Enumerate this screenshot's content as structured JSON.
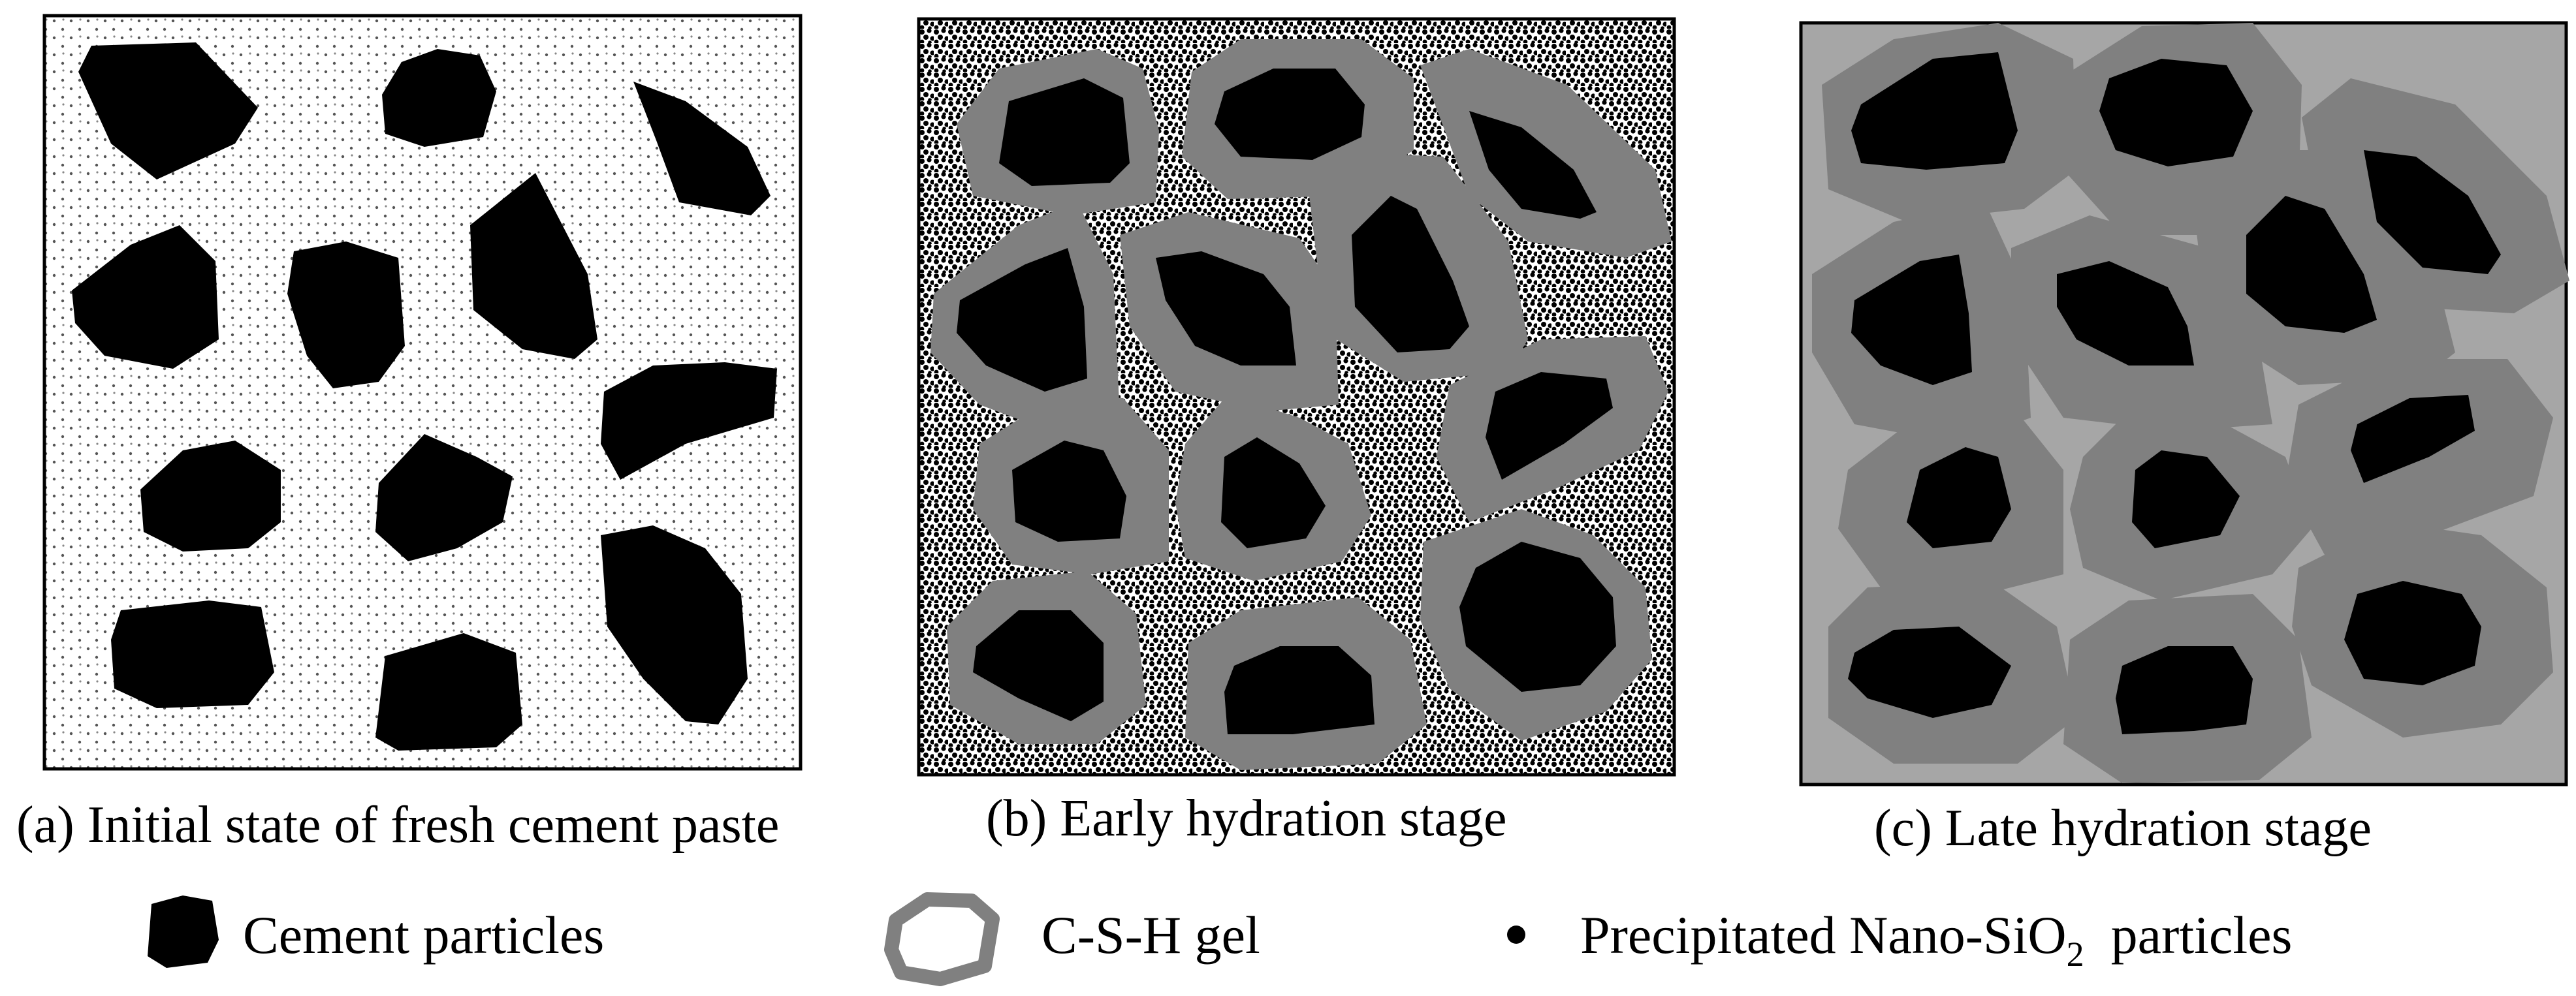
{
  "panels": [
    {
      "id": "a",
      "caption": "(a) Initial state of fresh cement paste"
    },
    {
      "id": "b",
      "caption": "(b) Early hydration stage"
    },
    {
      "id": "c",
      "caption": "(c)  Late hydration stage"
    }
  ],
  "legend": {
    "cement": "Cement particles",
    "csh": "C-S-H gel",
    "nano_prefix": "Precipitated Nano-SiO",
    "nano_sub": "2",
    "nano_suffix": "  particles"
  },
  "colors": {
    "cement": "#000000",
    "csh_gel": "#808080",
    "late_matrix": "#a6a6a6",
    "frame": "#000000"
  }
}
